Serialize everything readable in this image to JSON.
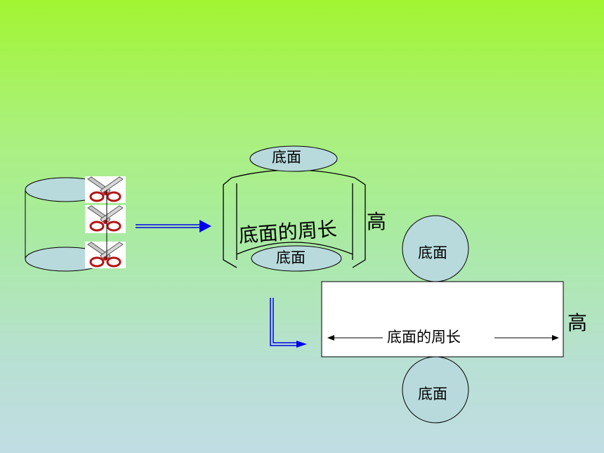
{
  "labels": {
    "base": "底面",
    "base_circumference": "底面的周长",
    "height": "高"
  },
  "colors": {
    "ellipse_fill": "#b8dadc",
    "circle_fill": "#b8dadc",
    "rect_fill": "#ffffff",
    "arrow": "#0000f0",
    "scissors_handle": "#b41414"
  }
}
